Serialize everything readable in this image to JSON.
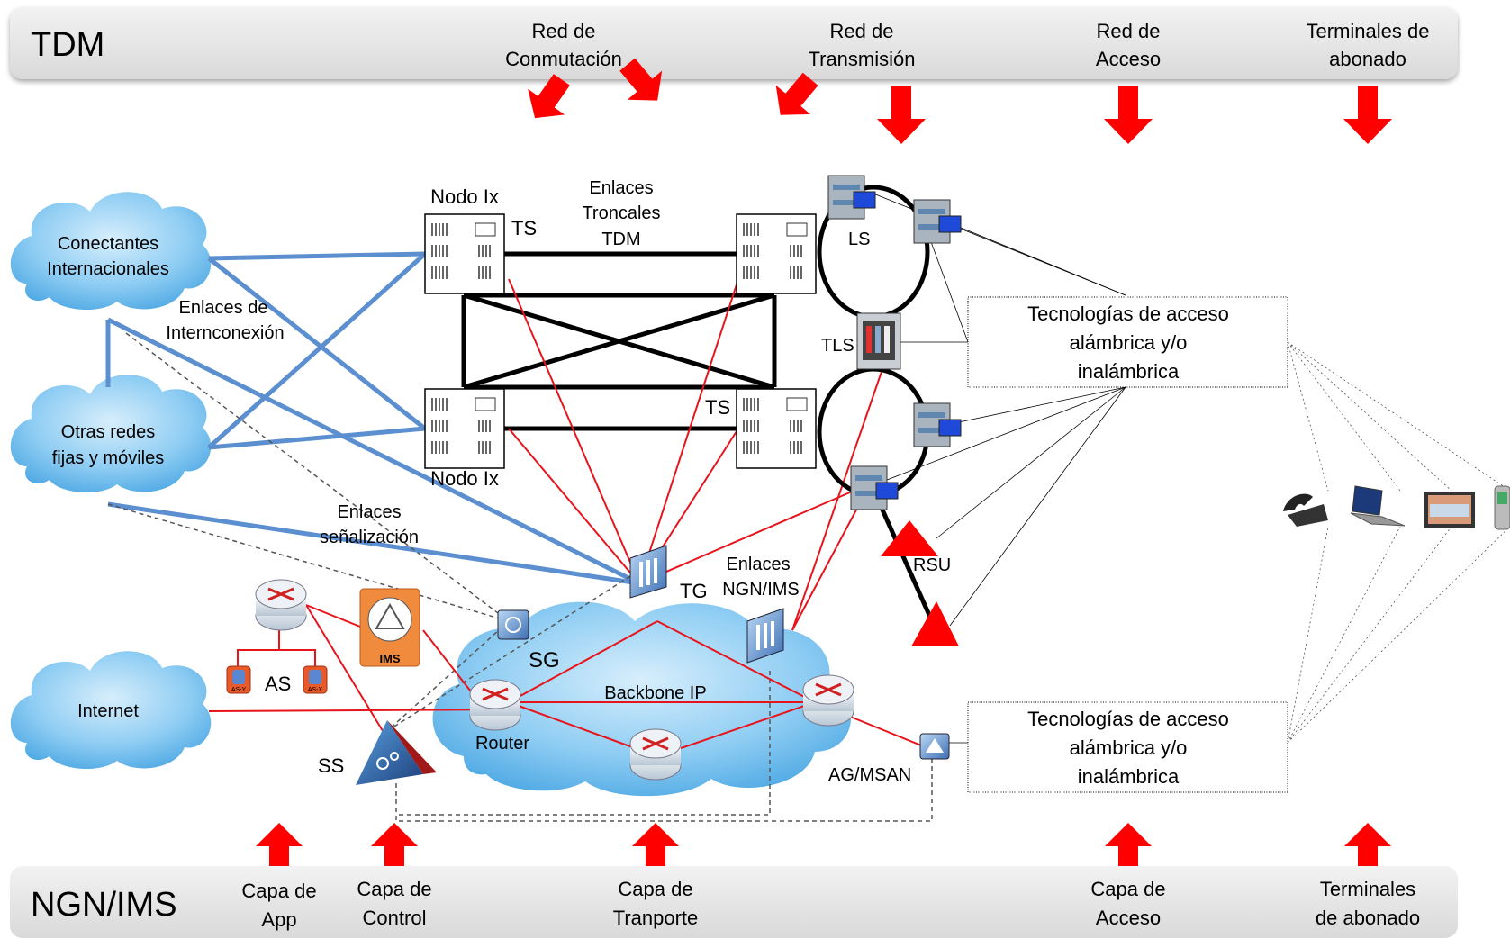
{
  "top_bar": {
    "title": "TDM",
    "layers": [
      {
        "line1": "Red de",
        "line2": "Conmutación"
      },
      {
        "line1": "Red de",
        "line2": "Transmisión"
      },
      {
        "line1": "Red de",
        "line2": "Acceso"
      },
      {
        "line1": "Terminales de",
        "line2": "abonado"
      }
    ]
  },
  "bottom_bar": {
    "title": "NGN/IMS",
    "layers": [
      {
        "line1": "Capa de",
        "line2": "App"
      },
      {
        "line1": "Capa de",
        "line2": "Control"
      },
      {
        "line1": "Capa de",
        "line2": "Tranporte"
      },
      {
        "line1": "Capa de",
        "line2": "Acceso"
      },
      {
        "line1": "Terminales",
        "line2": "de abonado"
      }
    ]
  },
  "clouds": {
    "conectantes": {
      "line1": "Conectantes",
      "line2": "Internacionales"
    },
    "otras": {
      "line1": "Otras  redes",
      "line2": "fijas y móviles"
    },
    "internet": "Internet",
    "backbone": "Backbone IP"
  },
  "labels": {
    "nodo_ix_top": "Nodo Ix",
    "nodo_ix_bottom": "Nodo Ix",
    "ts_left": "TS",
    "ts_right": "TS",
    "enlaces_troncales": {
      "line1": "Enlaces",
      "line2": "Troncales",
      "line3": "TDM"
    },
    "enlaces_interconexion": {
      "line1": "Enlaces de",
      "line2": "Internconexión"
    },
    "enlaces_senalizacion": {
      "line1": "Enlaces",
      "line2": "señalización"
    },
    "enlaces_ngn": {
      "line1": "Enlaces",
      "line2": "NGN/IMS"
    },
    "ls": "LS",
    "tls": "TLS",
    "rsu": "RSU",
    "tg": "TG",
    "sg": "SG",
    "as": "AS",
    "ims": "IMS",
    "as_y": "AS-Y",
    "as_x": "AS-X",
    "ss": "SS",
    "router": "Router",
    "ag_msan": "AG/MSAN"
  },
  "access_boxes": {
    "top": {
      "line1": "Tecnologías de acceso",
      "line2": "alámbrica y/o",
      "line3": "inalámbrica"
    },
    "bottom": {
      "line1": "Tecnologías de acceso",
      "line2": "alámbrica y/o",
      "line3": "inalámbrica"
    }
  },
  "colors": {
    "arrow_red": "#ff0000",
    "link_blue": "#5b8fd0",
    "link_red": "#e8141c",
    "cloud_blue": "#7cc3f0",
    "bar_gray": "#e6e6e6"
  },
  "icons": [
    "switch-icon",
    "router-icon",
    "server-icon",
    "phone-icon",
    "laptop-icon",
    "tv-icon",
    "mobile-icon",
    "gateway-icon"
  ]
}
